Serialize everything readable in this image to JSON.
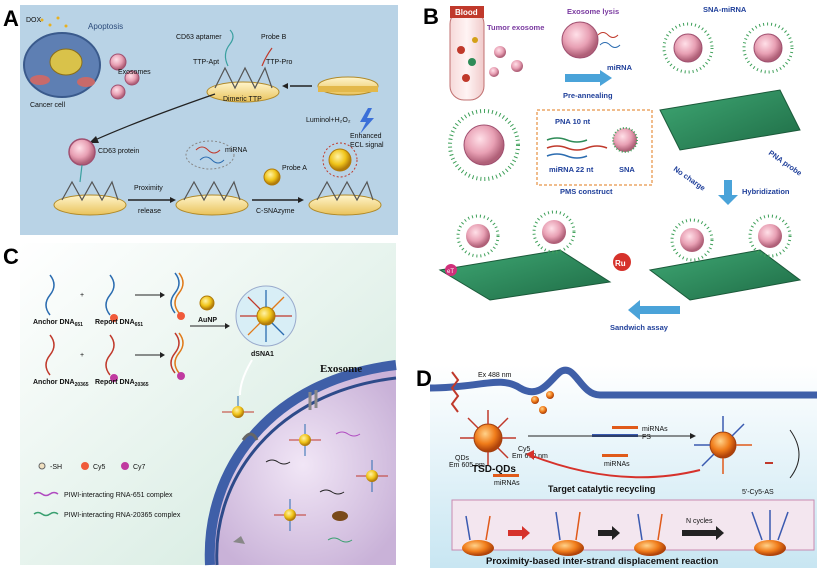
{
  "panel_a": {
    "letter": "A",
    "apoptosis": "Apoptosis",
    "dox": "DOX",
    "exosomes": "Exosomes",
    "cancer_cell": "Cancer cell",
    "cd63_aptamer": "CD63 aptamer",
    "probe_b": "Probe B",
    "ttp_apt": "TTP-Apt",
    "ttp_pro": "TTP-Pro",
    "dimeric_ttp": "Dimeric TTP",
    "cd63_protein": "CD63 protein",
    "mirna": "miRNA",
    "luminol": "Luminol+H₂O₂",
    "enhanced": "Enhanced",
    "ecl_signal": "ECL signal",
    "probe_a": "Probe A",
    "proximity": "Proximity",
    "release": "release",
    "c_snazyme": "C-SNAzyme"
  },
  "panel_b": {
    "letter": "B",
    "blood": "Blood",
    "tumor_exosome": "Tumor exosome",
    "exosome_lysis": "Exosome lysis",
    "mirna": "miRNA",
    "sna_mirna": "SNA-miRNA",
    "pre_annealing": "Pre-annealing",
    "pna_10nt": "PNA 10 nt",
    "mirna_22nt": "miRNA 22 nt",
    "sna": "SNA",
    "pms_construct": "PMS construct",
    "no_charge": "No charge",
    "pna_probe": "PNA probe",
    "hybridization": "Hybridization",
    "ru": "Ru",
    "sandwich_assay": "Sandwich assay",
    "et": "eT"
  },
  "panel_c": {
    "letter": "C",
    "anchor_651": "Anchor DNA",
    "anchor_651_sub": "651",
    "report_651": "Report DNA",
    "report_651_sub": "651",
    "anchor_20365": "Anchor DNA",
    "anchor_20365_sub": "20365",
    "report_20365": "Report DNA",
    "report_20365_sub": "20365",
    "plus": "+",
    "aunp": "AuNP",
    "dsna1": "dSNA1",
    "exosome": "Exosome",
    "sh": "-SH",
    "cy5": "Cy5",
    "cy7": "Cy7",
    "piwi_651": "PIWI-interacting RNA-651 complex",
    "piwi_20365": "PIWI-interacting RNA-20365 complex"
  },
  "panel_d": {
    "letter": "D",
    "ex": "Ex 488 nm",
    "tsd_qds": "TSD-QDs",
    "qds_em": "QDs",
    "qds_em2": "Em 605 nm",
    "cy5": "Cy5",
    "cy5_em": "Em 670 nm",
    "mirnas_top": "miRNAs",
    "fs": "FS",
    "mirnas_mid": "miRNAs",
    "mirnas_left": "miRNAs",
    "target_catalytic": "Target catalytic recycling",
    "cy5_as": "5'-Cy5-AS",
    "n_cycles": "N cycles",
    "proximity_reaction": "Proximity-based inter-strand displacement reaction"
  },
  "colors": {
    "panel_a_bg": "#b9d3e6",
    "panel_b_bg": "#ffffff",
    "panel_c_bg": "#dcefe7",
    "panel_d_bg": "#d5ecf5",
    "membrane": "#3f5fa8",
    "gold": "#f0c419",
    "green_chip": "#2b8a5a",
    "arrow_blue": "#4aa3d9",
    "red": "#d6322b"
  }
}
